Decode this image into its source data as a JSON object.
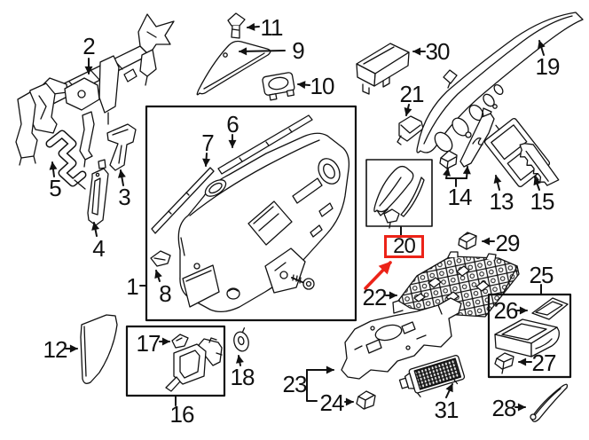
{
  "diagram": {
    "kind": "vehicle-instrument-panel-parts-diagram",
    "background_color": "#ffffff",
    "line_color": "#111111",
    "highlight_color": "#ec2318",
    "selected_callout": "20",
    "callouts": {
      "c1": "1",
      "c2": "2",
      "c3": "3",
      "c4": "4",
      "c5": "5",
      "c6": "6",
      "c7": "7",
      "c8": "8",
      "c9": "9",
      "c10": "10",
      "c11": "11",
      "c12": "12",
      "c13": "13",
      "c14": "14",
      "c15": "15",
      "c16": "16",
      "c17": "17",
      "c18": "18",
      "c19": "19",
      "c20": "20",
      "c21": "21",
      "c22": "22",
      "c23": "23",
      "c24": "24",
      "c25": "25",
      "c26": "26",
      "c27": "27",
      "c28": "28",
      "c29": "29",
      "c30": "30",
      "c31": "31"
    }
  }
}
